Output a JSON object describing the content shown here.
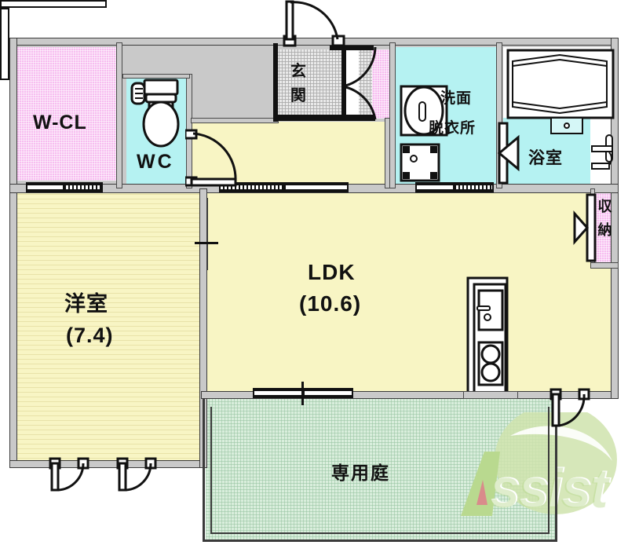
{
  "plan": {
    "type": "apartment-floor-plan",
    "rooms": [
      {
        "id": "w-cl",
        "label": "W-CL",
        "kind": "walk-in-closet",
        "color": "#f7bdf0"
      },
      {
        "id": "wc",
        "label": "WC",
        "kind": "toilet",
        "color": "#b5f2f2"
      },
      {
        "id": "genkan",
        "label": "玄関",
        "kind": "entrance",
        "color": "#e9e9e9"
      },
      {
        "id": "senmen",
        "label": "洗面\n脱衣所",
        "kind": "washroom-changing",
        "color": "#b5f2f2"
      },
      {
        "id": "yokushitsu",
        "label": "浴室",
        "kind": "bathroom",
        "color": "#b5f2f2"
      },
      {
        "id": "shuno",
        "label": "収納",
        "kind": "storage",
        "color": "#f7bdf0"
      },
      {
        "id": "ldk",
        "label": "LDK",
        "area": "(10.6)",
        "kind": "living-dining-kitchen",
        "color": "#f8f5c4"
      },
      {
        "id": "yoshitsu",
        "label": "洋室",
        "area": "(7.4)",
        "kind": "western-room",
        "color": "#f8f5c4"
      },
      {
        "id": "senyoniwa",
        "label": "専用庭",
        "kind": "private-garden",
        "color": "#d9eedc"
      }
    ],
    "labels": {
      "wcl": "W-CL",
      "wc": "WC",
      "genkan_line1": "玄",
      "genkan_line2": "関",
      "senmen_line1": "洗面",
      "senmen_line2": "脱衣所",
      "yokushitsu": "浴室",
      "shuno_line1": "収",
      "shuno_line2": "納",
      "ldk_name": "LDK",
      "ldk_area": "(10.6)",
      "yoshitsu_name": "洋室",
      "yoshitsu_area": "(7.4)",
      "niwa": "専用庭"
    },
    "watermark": {
      "text": "Assist",
      "accent_color": "#b9d98f",
      "letter_a_color": "#d98b8b"
    },
    "palette": {
      "corridor_gray": "#c9c9c9",
      "closet_pink": "#f7bdf0",
      "water_cyan": "#b5f2f2",
      "room_yellow": "#f8f5c4",
      "garden_green": "#d9eedc",
      "wall_outline": "#3a3a3a"
    }
  }
}
